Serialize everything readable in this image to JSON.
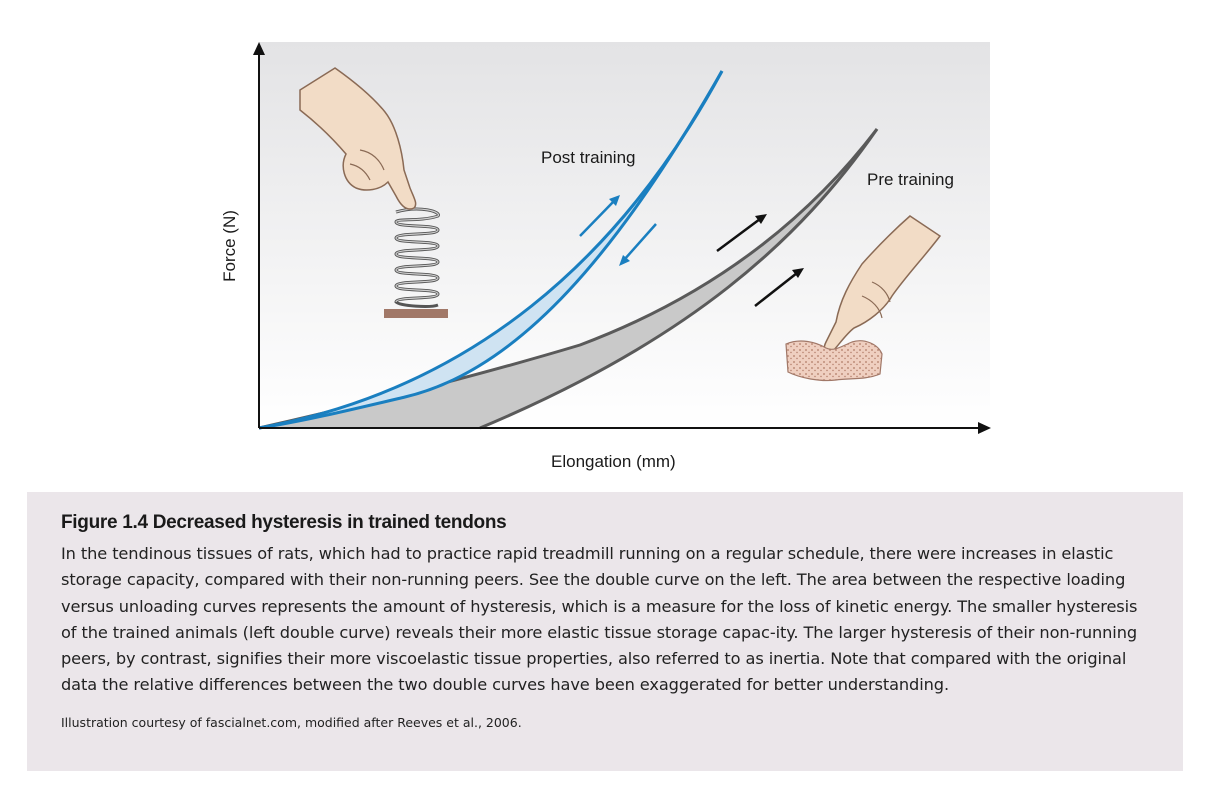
{
  "chart_data": {
    "type": "line",
    "xlabel": "Elongation (mm)",
    "ylabel": "Force (N)",
    "series": [
      {
        "name": "Post training"
      },
      {
        "name": "Pre training"
      }
    ]
  },
  "caption": {
    "title": "Figure 1.4 Decreased hysteresis in trained tendons",
    "body": "In the tendinous tissues of rats, which had to practice rapid treadmill running on a regular schedule, there were increases in elastic storage capacity, compared with their non-running peers. See the double curve on the left. The area between the respective loading versus unloading curves represents the amount of hysteresis, which is a measure for the loss of kinetic energy. The smaller hysteresis of the trained animals (left double curve) reveals their more elastic tissue storage capac-ity. The larger hysteresis of their non-running peers, by contrast, signifies their more viscoelastic tissue properties, also referred to as inertia. Note that compared with the original data the relative differences between the two double curves have been exaggerated for better understanding.",
    "credit": "Illustration courtesy of fascialnet.com, modified after Reeves et al., 2006."
  },
  "colors": {
    "post_curve": "#1a7fc0",
    "post_fill": "#cfe3f2",
    "pre_curve": "#5a5a5a",
    "pre_fill": "#c9c9c9",
    "caption_bg": "#ebe6ea"
  }
}
